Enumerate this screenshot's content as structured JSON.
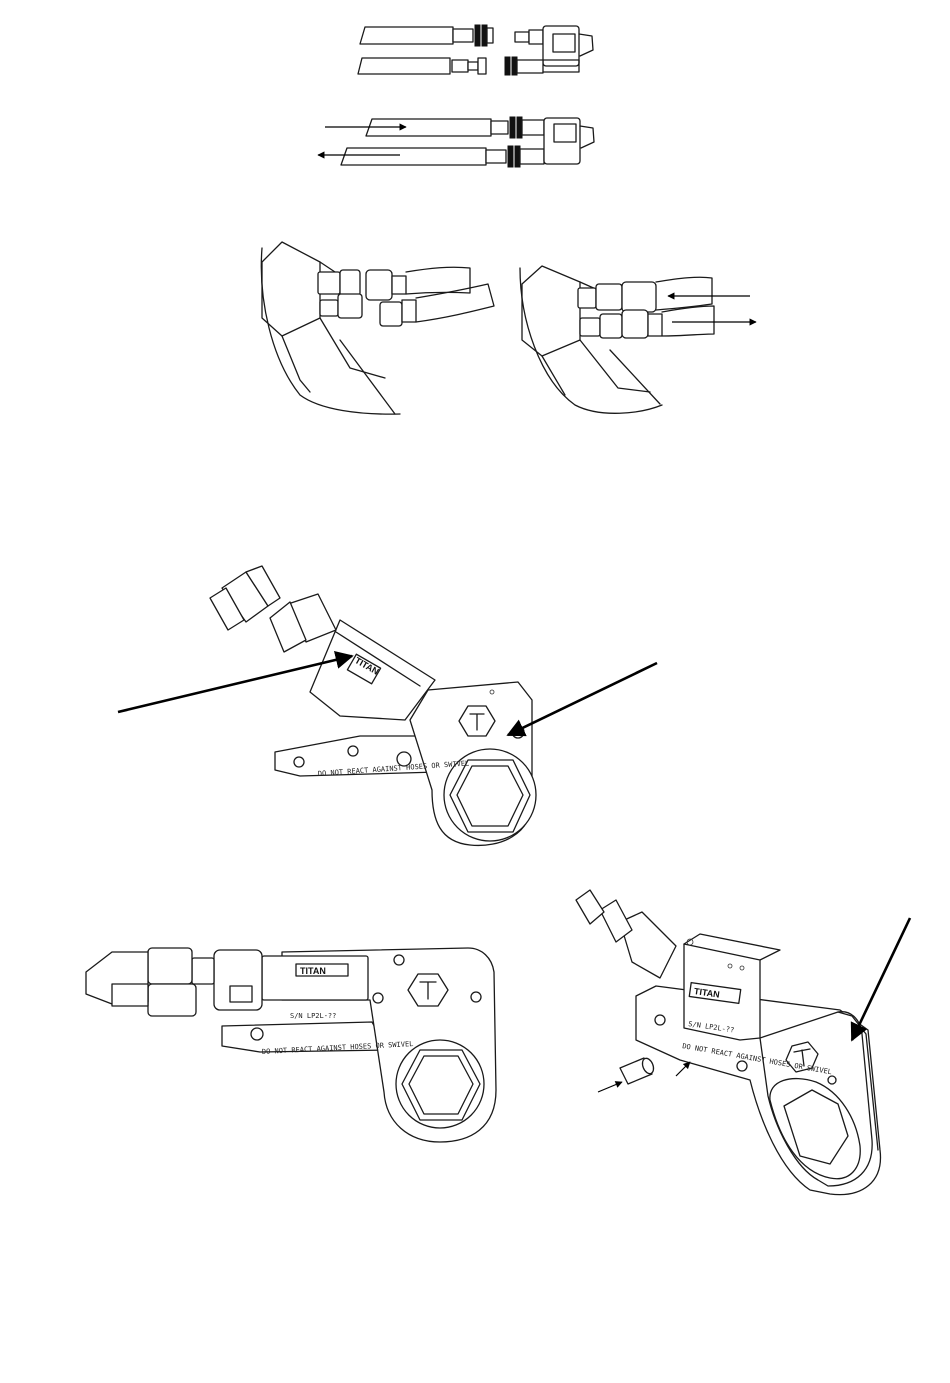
{
  "figures": [
    {
      "id": "fig-1-hoses-disconnected",
      "markings": []
    },
    {
      "id": "fig-2-hoses-connected",
      "markings": []
    },
    {
      "id": "fig-3-coupler-disconnected",
      "markings": []
    },
    {
      "id": "fig-4-coupler-connected",
      "markings": []
    },
    {
      "id": "fig-5-tool-angle-view",
      "markings": {
        "brand": "TITAN",
        "warning": "DO NOT REACT AGAINST HOSES OR SWIVEL"
      }
    },
    {
      "id": "fig-6-tool-side-view",
      "markings": {
        "brand": "TITAN",
        "serial": "S/N LP2L-??",
        "warning": "DO NOT REACT AGAINST HOSES OR SWIVEL"
      }
    },
    {
      "id": "fig-7-tool-pin-insertion",
      "markings": {
        "brand": "TITAN",
        "serial": "S/N LP2L-??",
        "warning": "DO NOT REACT AGAINST HOSES OR SWIVEL"
      }
    }
  ]
}
